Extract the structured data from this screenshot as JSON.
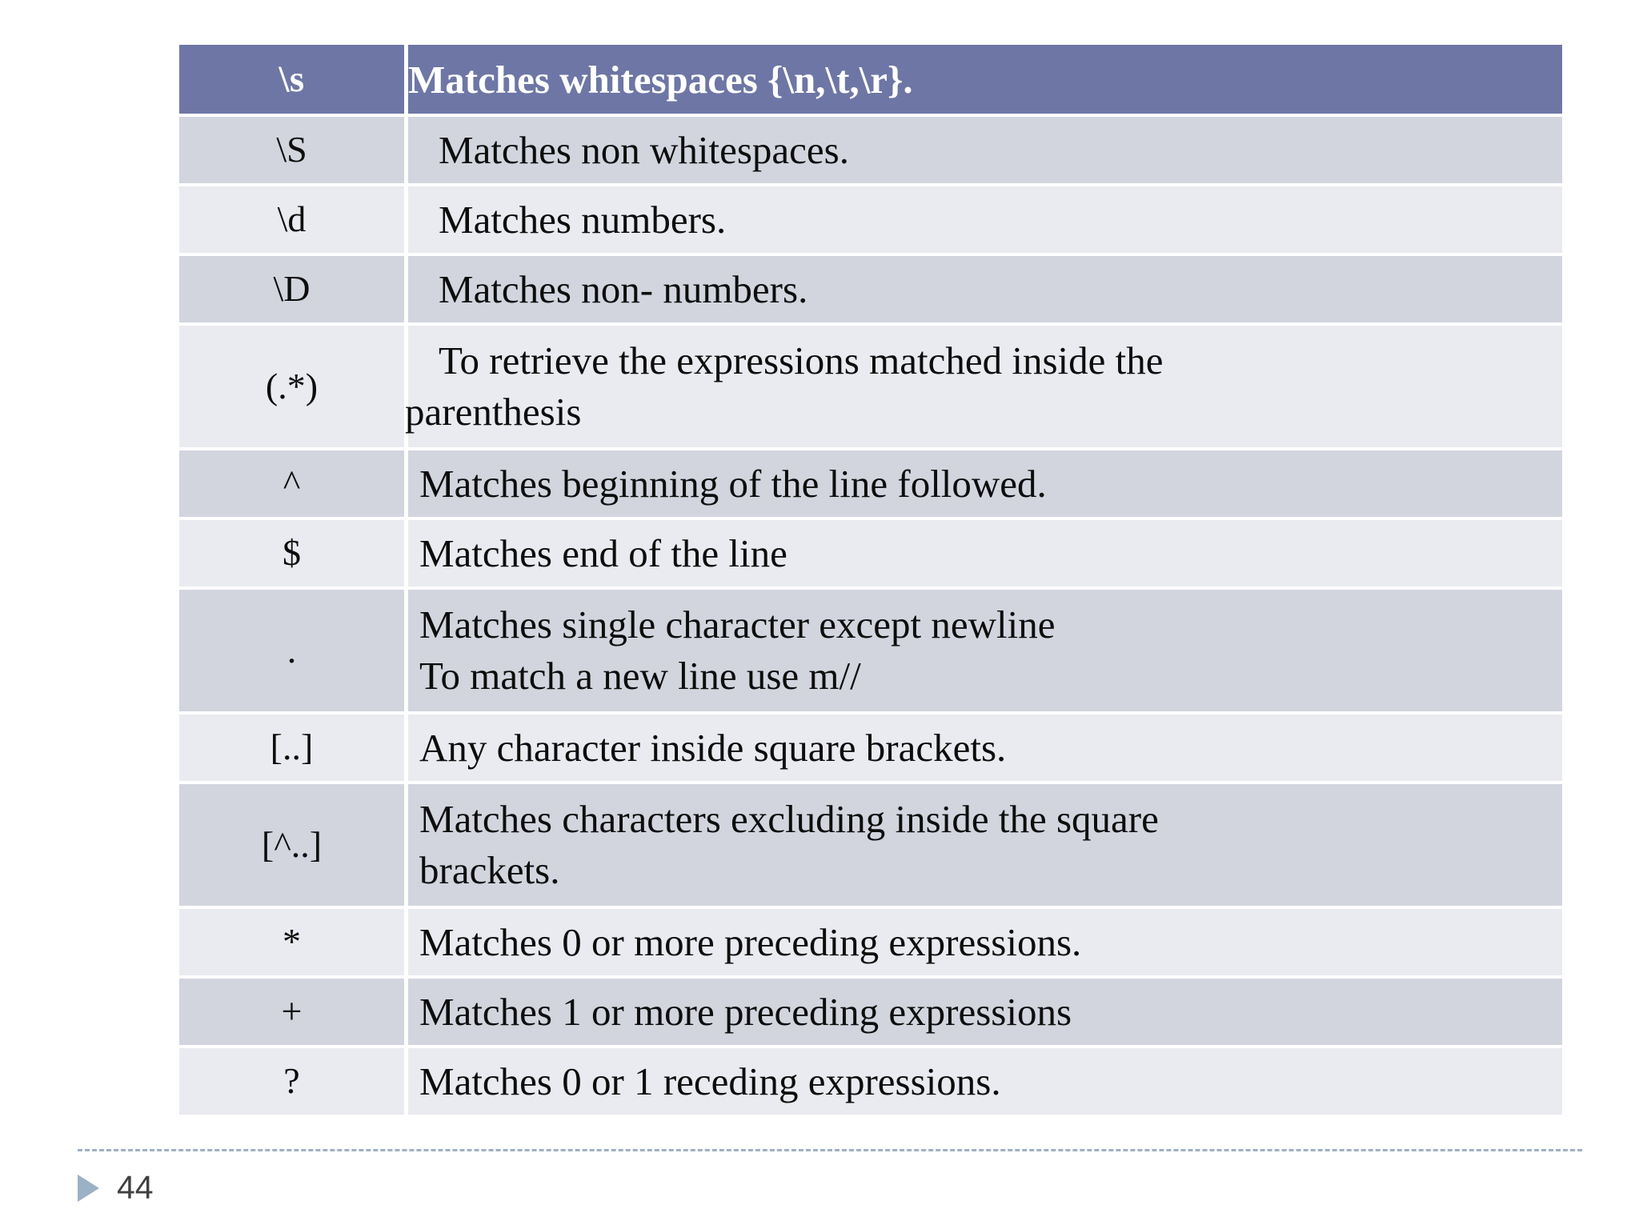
{
  "slide": {
    "page_number": "44",
    "bullet_icon": "triangle-right-icon",
    "accent_color": "#6e76a5",
    "row_shade_dark": "#d2d5de",
    "row_shade_light": "#eaebf0"
  },
  "table": {
    "name": "regex-metacharacters-table",
    "header": {
      "token": "\\s",
      "description": "Matches whitespaces {\\n,\\t,\\r}."
    },
    "rows": [
      {
        "token": "\\S",
        "description": "Matches non whitespaces.",
        "description2": "",
        "shade": "dark",
        "height": "single"
      },
      {
        "token": "\\d",
        "description": "Matches numbers.",
        "description2": "",
        "shade": "light",
        "height": "single"
      },
      {
        "token": "\\D",
        "description": "Matches non- numbers.",
        "description2": "",
        "shade": "dark",
        "height": "single"
      },
      {
        "token": "(.*)",
        "description": "To retrieve the expressions matched inside the",
        "description2": "parenthesis",
        "shade": "light",
        "height": "double"
      },
      {
        "token": "^",
        "description": "Matches beginning of the line followed.",
        "description2": "",
        "shade": "dark",
        "height": "single"
      },
      {
        "token": "$",
        "description": "Matches end of the line",
        "description2": "",
        "shade": "light",
        "height": "single"
      },
      {
        "token": ".",
        "description": "Matches single character except newline",
        "description2": "To match a new line use m//",
        "shade": "dark",
        "height": "double"
      },
      {
        "token": "[..]",
        "description": "Any character inside square brackets.",
        "description2": "",
        "shade": "light",
        "height": "single"
      },
      {
        "token": "[^..]",
        "description": "Matches characters excluding inside the square",
        "description2": "brackets.",
        "shade": "dark",
        "height": "double"
      },
      {
        "token": "*",
        "description": "Matches 0 or more preceding expressions.",
        "description2": "",
        "shade": "light",
        "height": "single"
      },
      {
        "token": "+",
        "description": "Matches 1 or more preceding expressions",
        "description2": "",
        "shade": "dark",
        "height": "single"
      },
      {
        "token": "?",
        "description": "Matches 0 or 1 receding expressions.",
        "description2": "",
        "shade": "light",
        "height": "single"
      }
    ]
  }
}
